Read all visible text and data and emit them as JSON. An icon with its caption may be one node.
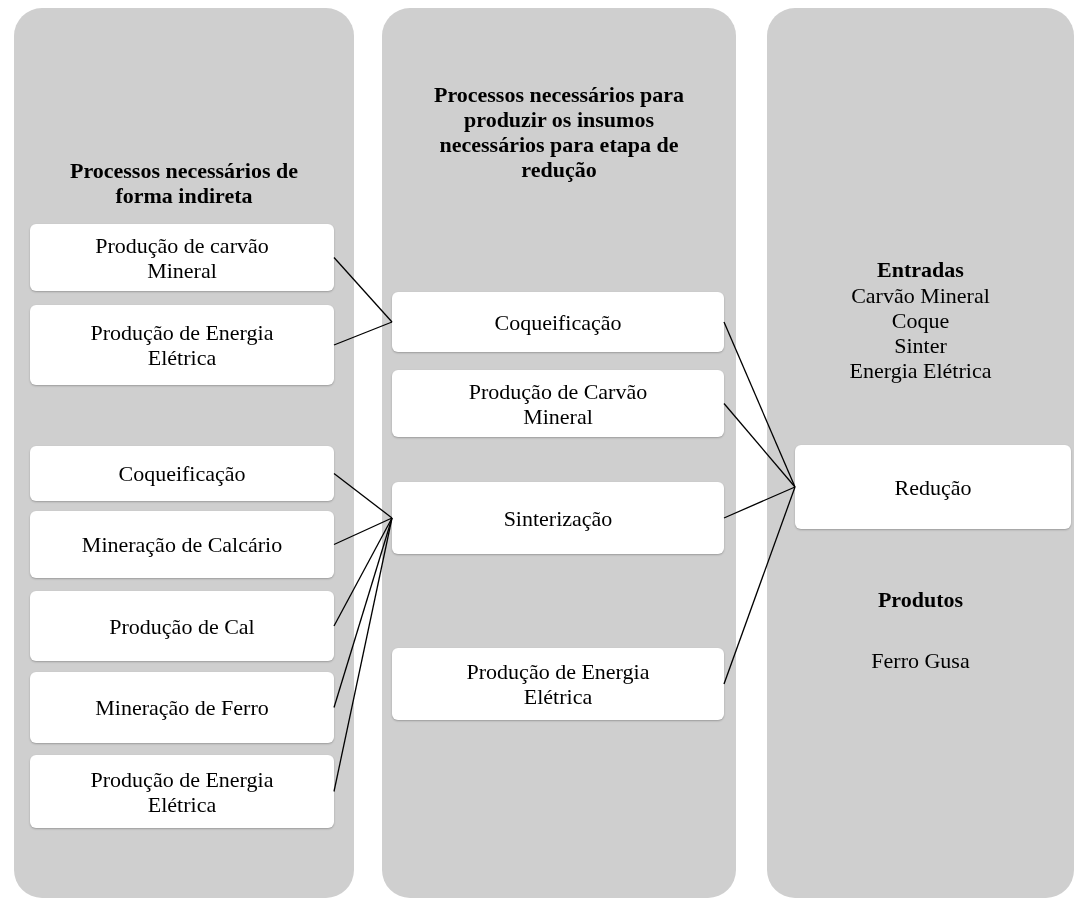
{
  "diagram": {
    "nodes": [
      {
        "text": [
          "Processos necessários de forma indireta"
        ]
      },
      {
        "text": [
          "Processos necessários para produzir os insumos necessários para etapa de redução"
        ]
      },
      {
        "text": [
          "Entradas",
          "Carvão Mineral",
          "Coque",
          "Sinter",
          "Energia Elétrica",
          "Produtos",
          "Ferro Gusa"
        ]
      },
      {
        "text": [
          "Produção de carvão Mineral"
        ],
        "in": 0
      },
      {
        "text": [
          "Produção de Energia Elétrica"
        ],
        "in": 0
      },
      {
        "text": [
          "Coqueificação"
        ],
        "in": 0
      },
      {
        "text": [
          "Mineração de Calcário"
        ],
        "in": 0
      },
      {
        "text": [
          "Produção de Cal"
        ],
        "in": 0
      },
      {
        "text": [
          "Mineração de Ferro"
        ],
        "in": 0
      },
      {
        "text": [
          "Produção de Energia Elétrica"
        ],
        "in": 0
      },
      {
        "text": [
          "Coqueificação"
        ],
        "in": 1
      },
      {
        "text": [
          "Produção de Carvão Mineral"
        ],
        "in": 1
      },
      {
        "text": [
          "Sinterização"
        ],
        "in": 1
      },
      {
        "text": [
          "Produção de Energia Elétrica"
        ],
        "in": 1
      },
      {
        "text": [
          "Redução"
        ],
        "in": 2
      }
    ],
    "edges": [
      {
        "from": 3,
        "to": 10,
        "arrow": "none"
      },
      {
        "from": 4,
        "to": 10,
        "arrow": "none"
      },
      {
        "from": 5,
        "to": 12,
        "arrow": "none"
      },
      {
        "from": 6,
        "to": 12,
        "arrow": "none"
      },
      {
        "from": 7,
        "to": 12,
        "arrow": "none"
      },
      {
        "from": 8,
        "to": 12,
        "arrow": "none"
      },
      {
        "from": 9,
        "to": 12,
        "arrow": "none"
      },
      {
        "from": 10,
        "to": 14,
        "arrow": "none"
      },
      {
        "from": 11,
        "to": 14,
        "arrow": "none"
      },
      {
        "from": 12,
        "to": 14,
        "arrow": "none"
      },
      {
        "from": 13,
        "to": 14,
        "arrow": "none"
      }
    ]
  }
}
